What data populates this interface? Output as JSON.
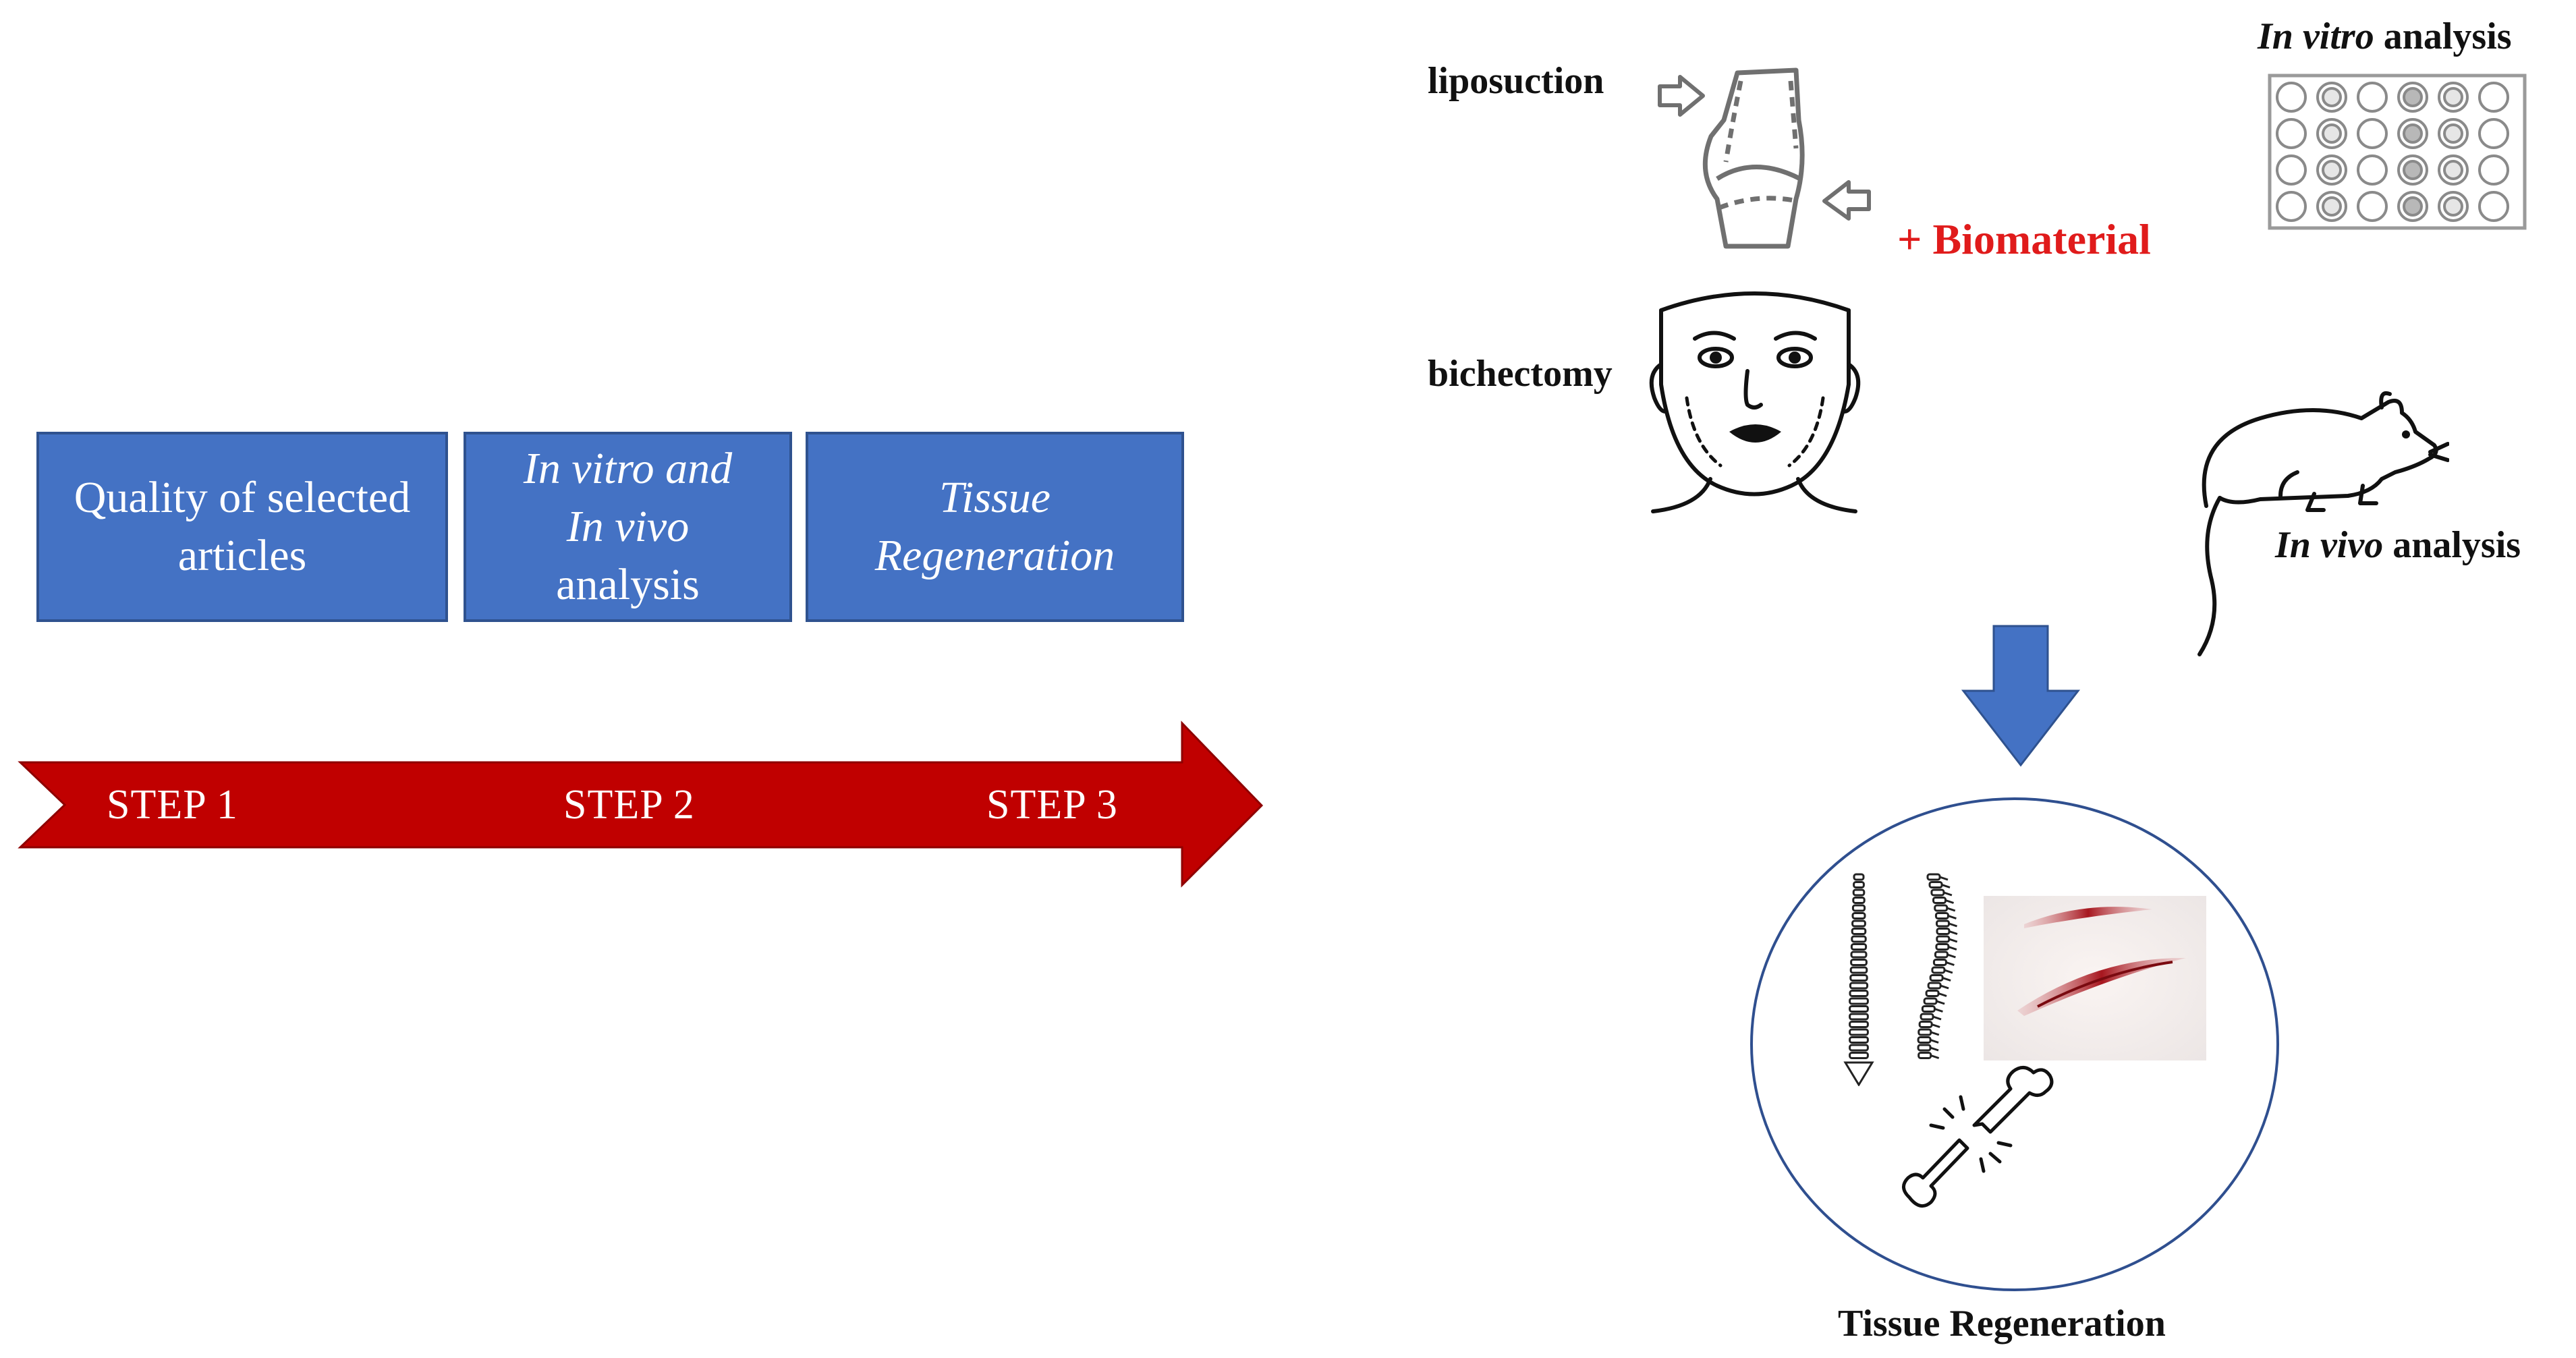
{
  "flow": {
    "boxes": [
      {
        "line1": "Quality of selected",
        "line2": "articles",
        "line3": ""
      },
      {
        "line1": "In vitro and",
        "line2": "In vivo",
        "line3": "analysis"
      },
      {
        "line1": "Tissue",
        "line2": "Regeneration",
        "line3": ""
      }
    ],
    "steps": [
      "STEP 1",
      "STEP 2",
      "STEP 3"
    ],
    "colors": {
      "box_fill": "#4472c4",
      "arrow_fill": "#c00000"
    }
  },
  "illustration": {
    "liposuction_label": "liposuction",
    "bichectomy_label": "bichectomy",
    "biomaterial_label": "+ Biomaterial",
    "in_vitro_label": {
      "italic": "In vitro",
      "rest": " analysis"
    },
    "in_vivo_label": {
      "italic": "In vivo",
      "rest": " analysis"
    },
    "result_label": "Tissue Regeneration",
    "icons": [
      "body-silhouette-icon",
      "face-icon",
      "well-plate-icon",
      "rat-icon",
      "down-arrow-icon",
      "spine-icon",
      "wound-icon",
      "broken-bone-icon"
    ],
    "colors": {
      "biomaterial": "#e01b1b",
      "down_arrow": "#4472c4"
    }
  }
}
